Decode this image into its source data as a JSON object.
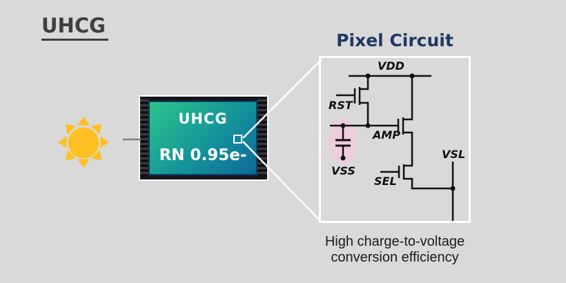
{
  "slide": {
    "title": "UHCG",
    "background_color": "#d9d9d9",
    "title_color": "#3f3f3f"
  },
  "sun": {
    "color": "#fec022"
  },
  "sensor": {
    "label": "UHCG",
    "read_noise": "RN 0.95e-",
    "frame_color": "#15151a",
    "screen_gradient": [
      "#2cc489",
      "#14949b",
      "#10689a"
    ]
  },
  "pixel_circuit": {
    "title": "Pixel Circuit",
    "title_color": "#1f3864",
    "line_color": "#111111",
    "highlight_color": "#f2c9df",
    "labels": {
      "vdd": "VDD",
      "rst": "RST",
      "amp": "AMP",
      "vss": "VSS",
      "sel": "SEL",
      "vsl": "VSL"
    }
  },
  "caption": {
    "line1": "High charge-to-voltage",
    "line2": "conversion efficiency"
  }
}
